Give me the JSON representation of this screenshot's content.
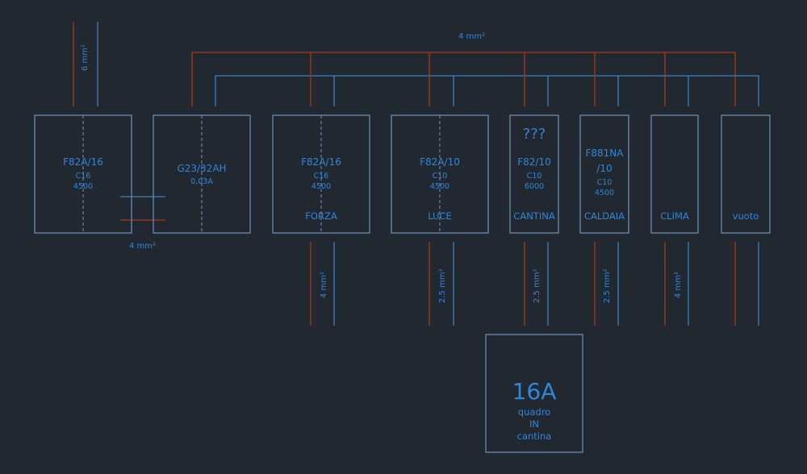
{
  "top_cable_label": "4 mm²",
  "main_feed_label": "6 mm²",
  "link_label": "4 mm²",
  "breakers": [
    {
      "model": "F82A/16",
      "curve": "C16",
      "icu": "4500",
      "circuit": ""
    },
    {
      "model": "G23/32AH",
      "curve": "0,03A",
      "icu": "",
      "circuit": ""
    },
    {
      "model": "F82A/16",
      "curve": "C16",
      "icu": "4500",
      "circuit": "FORZA",
      "cable": "4 mm²"
    },
    {
      "model": "F82A/10",
      "curve": "C10",
      "icu": "4500",
      "circuit": "LUCE",
      "cable": "2.5 mm²"
    },
    {
      "note": "???",
      "model": "F82/10",
      "curve": "C10",
      "icu": "6000",
      "circuit": "CANTINA",
      "cable": "2.5 mm²"
    },
    {
      "model": "F881NA",
      "model2": "/10",
      "curve": "C10",
      "icu": "4500",
      "circuit": "CALDAIA",
      "cable": "2.5 mm²"
    },
    {
      "model": "",
      "curve": "",
      "icu": "",
      "circuit": "CLIMA",
      "cable": "4 mm²"
    },
    {
      "model": "",
      "curve": "",
      "icu": "",
      "circuit": "vuoto"
    }
  ],
  "sub_panel": {
    "rating": "16A",
    "line1": "quadro",
    "line2": "IN",
    "line3": "cantina"
  }
}
